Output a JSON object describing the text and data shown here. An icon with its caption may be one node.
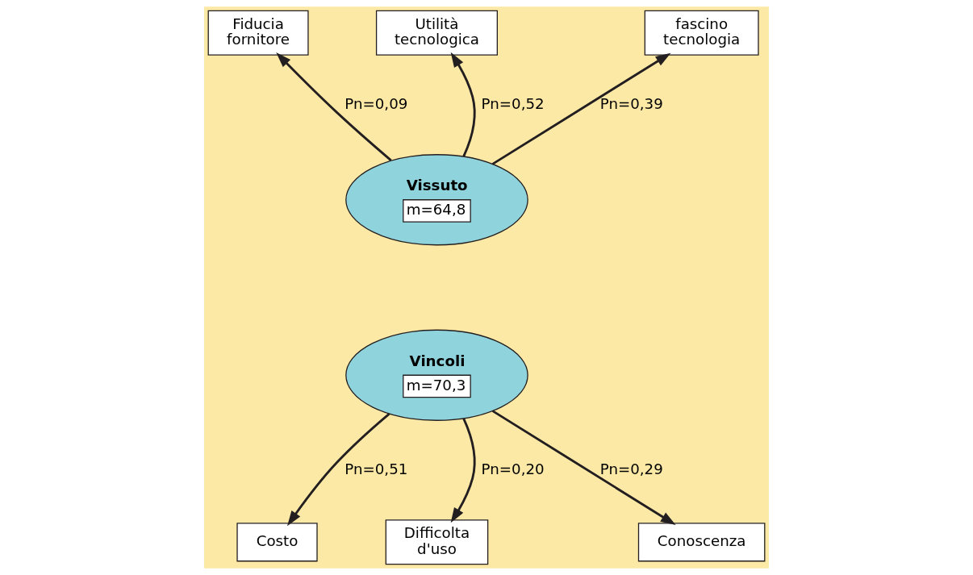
{
  "diagram": {
    "nodes": [
      {
        "text": [
          "Fiducia fornitore"
        ]
      },
      {
        "text": [
          "Utilità tecnologica"
        ]
      },
      {
        "text": [
          "fascino tecnologia"
        ]
      },
      {
        "text": [
          "Vissuto",
          "m=64,8"
        ]
      },
      {
        "text": [
          "Vincoli",
          "m=70,3"
        ]
      },
      {
        "text": [
          "Costo"
        ]
      },
      {
        "text": [
          "Difficolta d'uso"
        ]
      },
      {
        "text": [
          "Conoscenza"
        ]
      }
    ],
    "edges": [
      {
        "from": 3,
        "to": 0,
        "arrow": "to",
        "label": "Pn=0,09"
      },
      {
        "from": 3,
        "to": 1,
        "arrow": "to",
        "label": "Pn=0,52"
      },
      {
        "from": 3,
        "to": 2,
        "arrow": "to",
        "label": "Pn=0,39"
      },
      {
        "from": 4,
        "to": 5,
        "arrow": "to",
        "label": "Pn=0,51"
      },
      {
        "from": 4,
        "to": 6,
        "arrow": "to",
        "label": "Pn=0,20"
      },
      {
        "from": 4,
        "to": 7,
        "arrow": "to",
        "label": "Pn=0,29"
      }
    ]
  }
}
